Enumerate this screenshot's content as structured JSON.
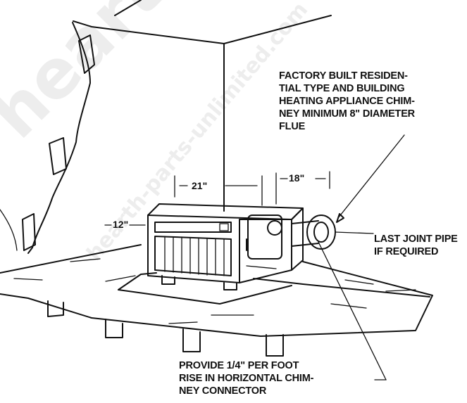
{
  "callouts": {
    "chimney": [
      "FACTORY BUILT RESIDEN-",
      "TIAL TYPE AND BUILDING",
      "HEATING APPLIANCE CHIM-",
      "NEY MINIMUM 8\" DIAMETER",
      "FLUE"
    ],
    "last_joint": [
      "LAST JOINT PIPE",
      "IF REQUIRED"
    ],
    "rise": [
      "PROVIDE 1/4\" PER FOOT",
      "RISE IN HORIZONTAL CHIM-",
      "NEY CONNECTOR"
    ]
  },
  "dimensions": {
    "back_wall": "21\"",
    "chimney_side": "18\"",
    "side_wall": "12\""
  },
  "watermark": {
    "brand": "hearth",
    "url": "hearth-parts-unlimited.com"
  },
  "colors": {
    "line": "#111111",
    "background": "#ffffff",
    "watermark": "#bfbfbf"
  }
}
